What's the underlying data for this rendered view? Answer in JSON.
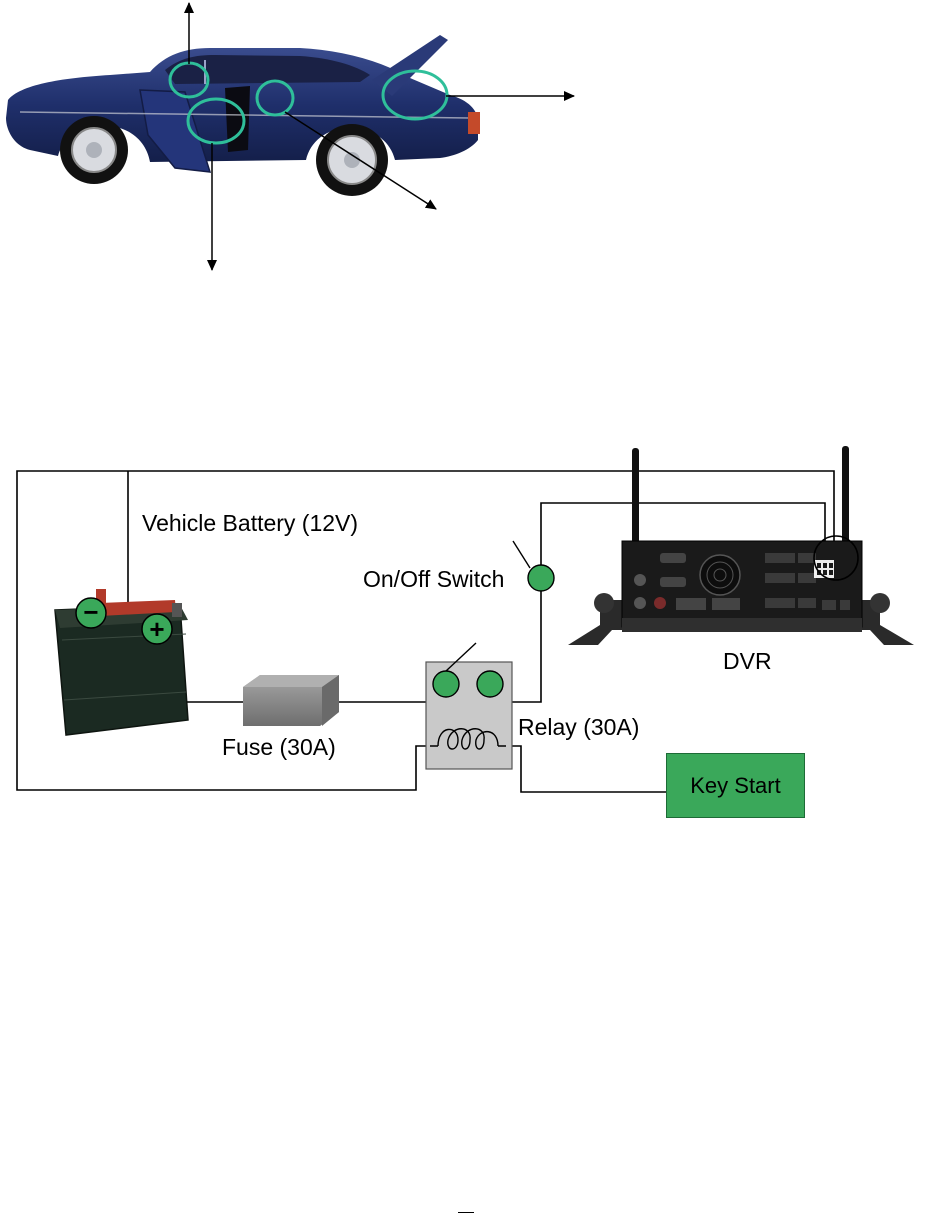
{
  "labels": {
    "vehicle_battery": "Vehicle Battery (12V)",
    "on_off_switch": "On/Off Switch",
    "dvr": "DVR",
    "fuse": "Fuse (30A)",
    "relay": "Relay (30A)",
    "key_start": "Key Start"
  },
  "battery": {
    "negative_symbol": "−",
    "positive_symbol": "+"
  },
  "colors": {
    "car_body": "#1f2f6b",
    "highlight_circle": "#2fbf9a",
    "terminal_green": "#3aa85a",
    "key_start_fill": "#3aa85a",
    "battery_body": "#1b2a22",
    "battery_top": "#b23a2a",
    "fuse_fill": "#8c8c8c",
    "relay_fill": "#c9c9c9",
    "dvr_body": "#1a1a1a",
    "wire": "#000000"
  }
}
